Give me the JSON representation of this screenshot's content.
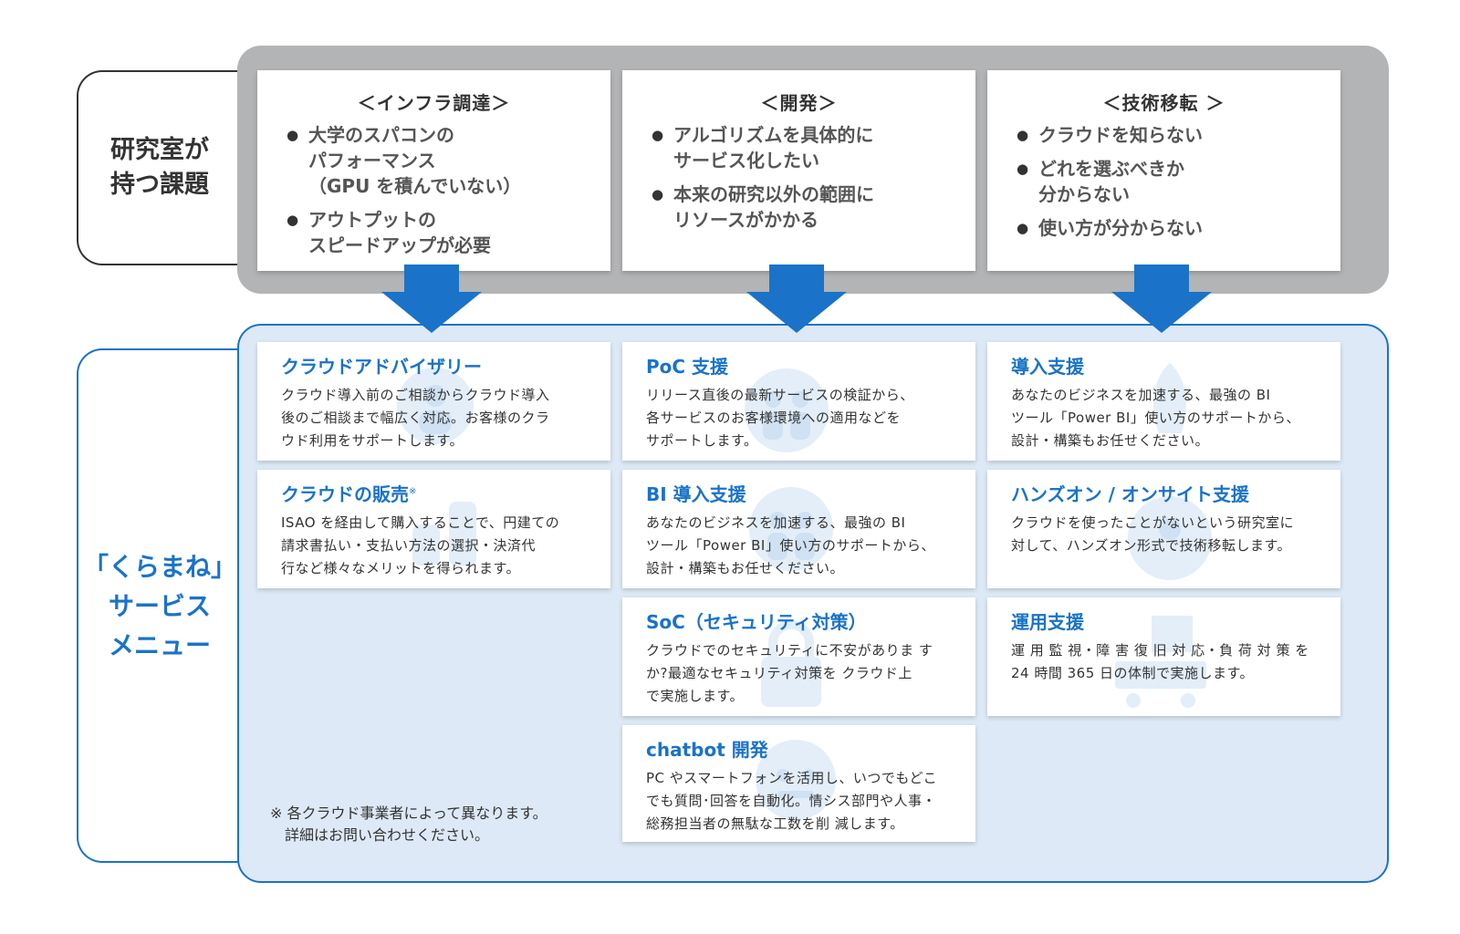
{
  "labels": {
    "issues": "研究室が\n持つ課題",
    "menu": "「くらまね」\nサービス\nメニュー"
  },
  "issues": [
    {
      "title": "＜インフラ調達＞",
      "items": [
        "大学のスパコンの\nパフォーマンス\n（GPU を積んでいない）",
        "アウトプットの\nスピードアップが必要"
      ]
    },
    {
      "title": "＜開発＞",
      "items": [
        "アルゴリズムを具体的に\nサービス化したい",
        "本来の研究以外の範囲に\nリソースがかかる"
      ]
    },
    {
      "title": "＜技術移転 ＞",
      "items": [
        "クラウドを知らない",
        "どれを選ぶべきか\n分からない",
        "使い方が分からない"
      ]
    }
  ],
  "services": {
    "advisory": {
      "title": "クラウドアドバイザリー",
      "body": "クラウド導入前のご相談からクラウド導入\n後のご相談まで幅広く対応。お客様のクラ\nウド利用をサポートします。"
    },
    "sales": {
      "title": "クラウドの販売",
      "mark": "※",
      "body": "ISAO を経由して購入することで、円建ての\n請求書払い・支払い方法の選択・決済代\n行など様々なメリットを得られます。"
    },
    "poc": {
      "title": "PoC 支援",
      "body": "リリース直後の最新サービスの検証から、\n各サービスのお客様環境への適用などを\nサポートします。"
    },
    "bi": {
      "title": "BI 導入支援",
      "body": "あなたのビジネスを加速する、最強の BI\nツール「Power BI」使い方のサポートから、\n設計・構築もお任せください。"
    },
    "soc": {
      "title": "SoC（セキュリティ対策）",
      "body": "クラウドでのセキュリティに不安がありま す\nか?最適なセキュリティ対策を クラウド上\nで実施します。"
    },
    "chatbot": {
      "title": "chatbot 開発",
      "body": "PC やスマートフォンを活用し、いつでもどこ\nでも質問･回答を自動化。情シス部門や人事・\n総務担当者の無駄な工数を削 減します。"
    },
    "intro": {
      "title": "導入支援",
      "body": "あなたのビジネスを加速する、最強の BI\nツール「Power BI」使い方のサポートから、\n設計・構築もお任せください。"
    },
    "handson": {
      "title": "ハンズオン / オンサイト支援",
      "body": "クラウドを使ったことがないという研究室に\n対して、ハンズオン形式で技術移転します。"
    },
    "ops": {
      "title": "運用支援",
      "body": "運 用 監 視・障 害 復 旧 対 応・負 荷 対 策 を\n24 時間 365 日の体制で実施します。"
    }
  },
  "note": "※ 各クラウド事業者によって異なります。\n　詳細はお問い合わせください。",
  "colors": {
    "blue": "#1a73c8",
    "arrow": "#1a73c8",
    "panel_gray": "#b3b4b5",
    "panel_blue": "#dde9f6"
  }
}
